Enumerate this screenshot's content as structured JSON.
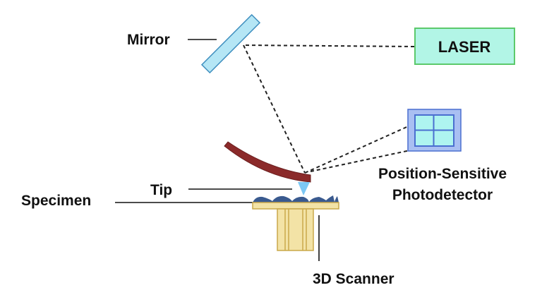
{
  "labels": {
    "mirror": "Mirror",
    "laser": "LASER",
    "detector_line1": "Position-Sensitive",
    "detector_line2": "Photodetector",
    "tip": "Tip",
    "specimen": "Specimen",
    "scanner": "3D Scanner"
  },
  "colors": {
    "laser_fill": "#b2f5e6",
    "laser_stroke": "#5cc96b",
    "mirror_fill": "#b5e6f5",
    "mirror_stroke": "#3f8fbf",
    "detector_outer": "#a9bff2",
    "detector_inner": "#aef4f0",
    "detector_stroke": "#4a6fd0",
    "cantilever": "#8b2a2a",
    "tip": "#7cc8f5",
    "specimen": "#3a5a8f",
    "scanner_fill": "#f3e3a6",
    "scanner_stroke": "#c9a84a"
  }
}
